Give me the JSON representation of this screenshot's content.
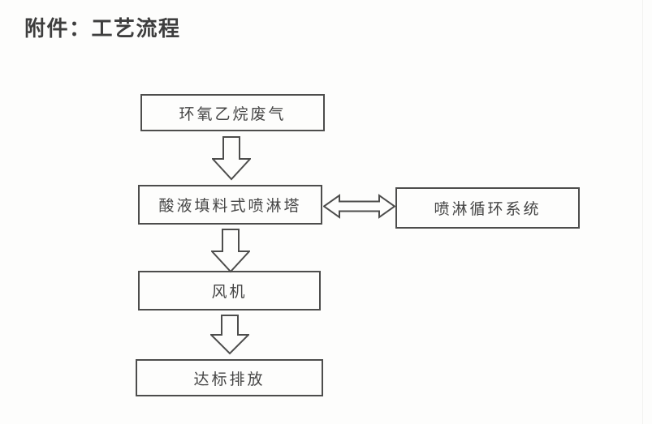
{
  "page": {
    "title": "附件：工艺流程",
    "colors": {
      "background": "#fdfdfc",
      "ink": "#454545",
      "border": "#4d4d4c"
    }
  },
  "flowchart": {
    "type": "flowchart",
    "nodes": {
      "waste_gas": {
        "label": "环氧乙烷废气"
      },
      "spray_tower": {
        "label": "酸液填料式喷淋塔"
      },
      "circulation": {
        "label": "喷淋循环系统"
      },
      "fan": {
        "label": "风机"
      },
      "discharge": {
        "label": "达标排放"
      }
    },
    "connectors": [
      {
        "type": "block-arrow-down",
        "from": "waste_gas",
        "to": "spray_tower"
      },
      {
        "type": "block-arrow-double-horizontal",
        "from": "spray_tower",
        "to": "circulation"
      },
      {
        "type": "block-arrow-down",
        "from": "spray_tower",
        "to": "fan"
      },
      {
        "type": "block-arrow-down",
        "from": "fan",
        "to": "discharge"
      }
    ]
  }
}
